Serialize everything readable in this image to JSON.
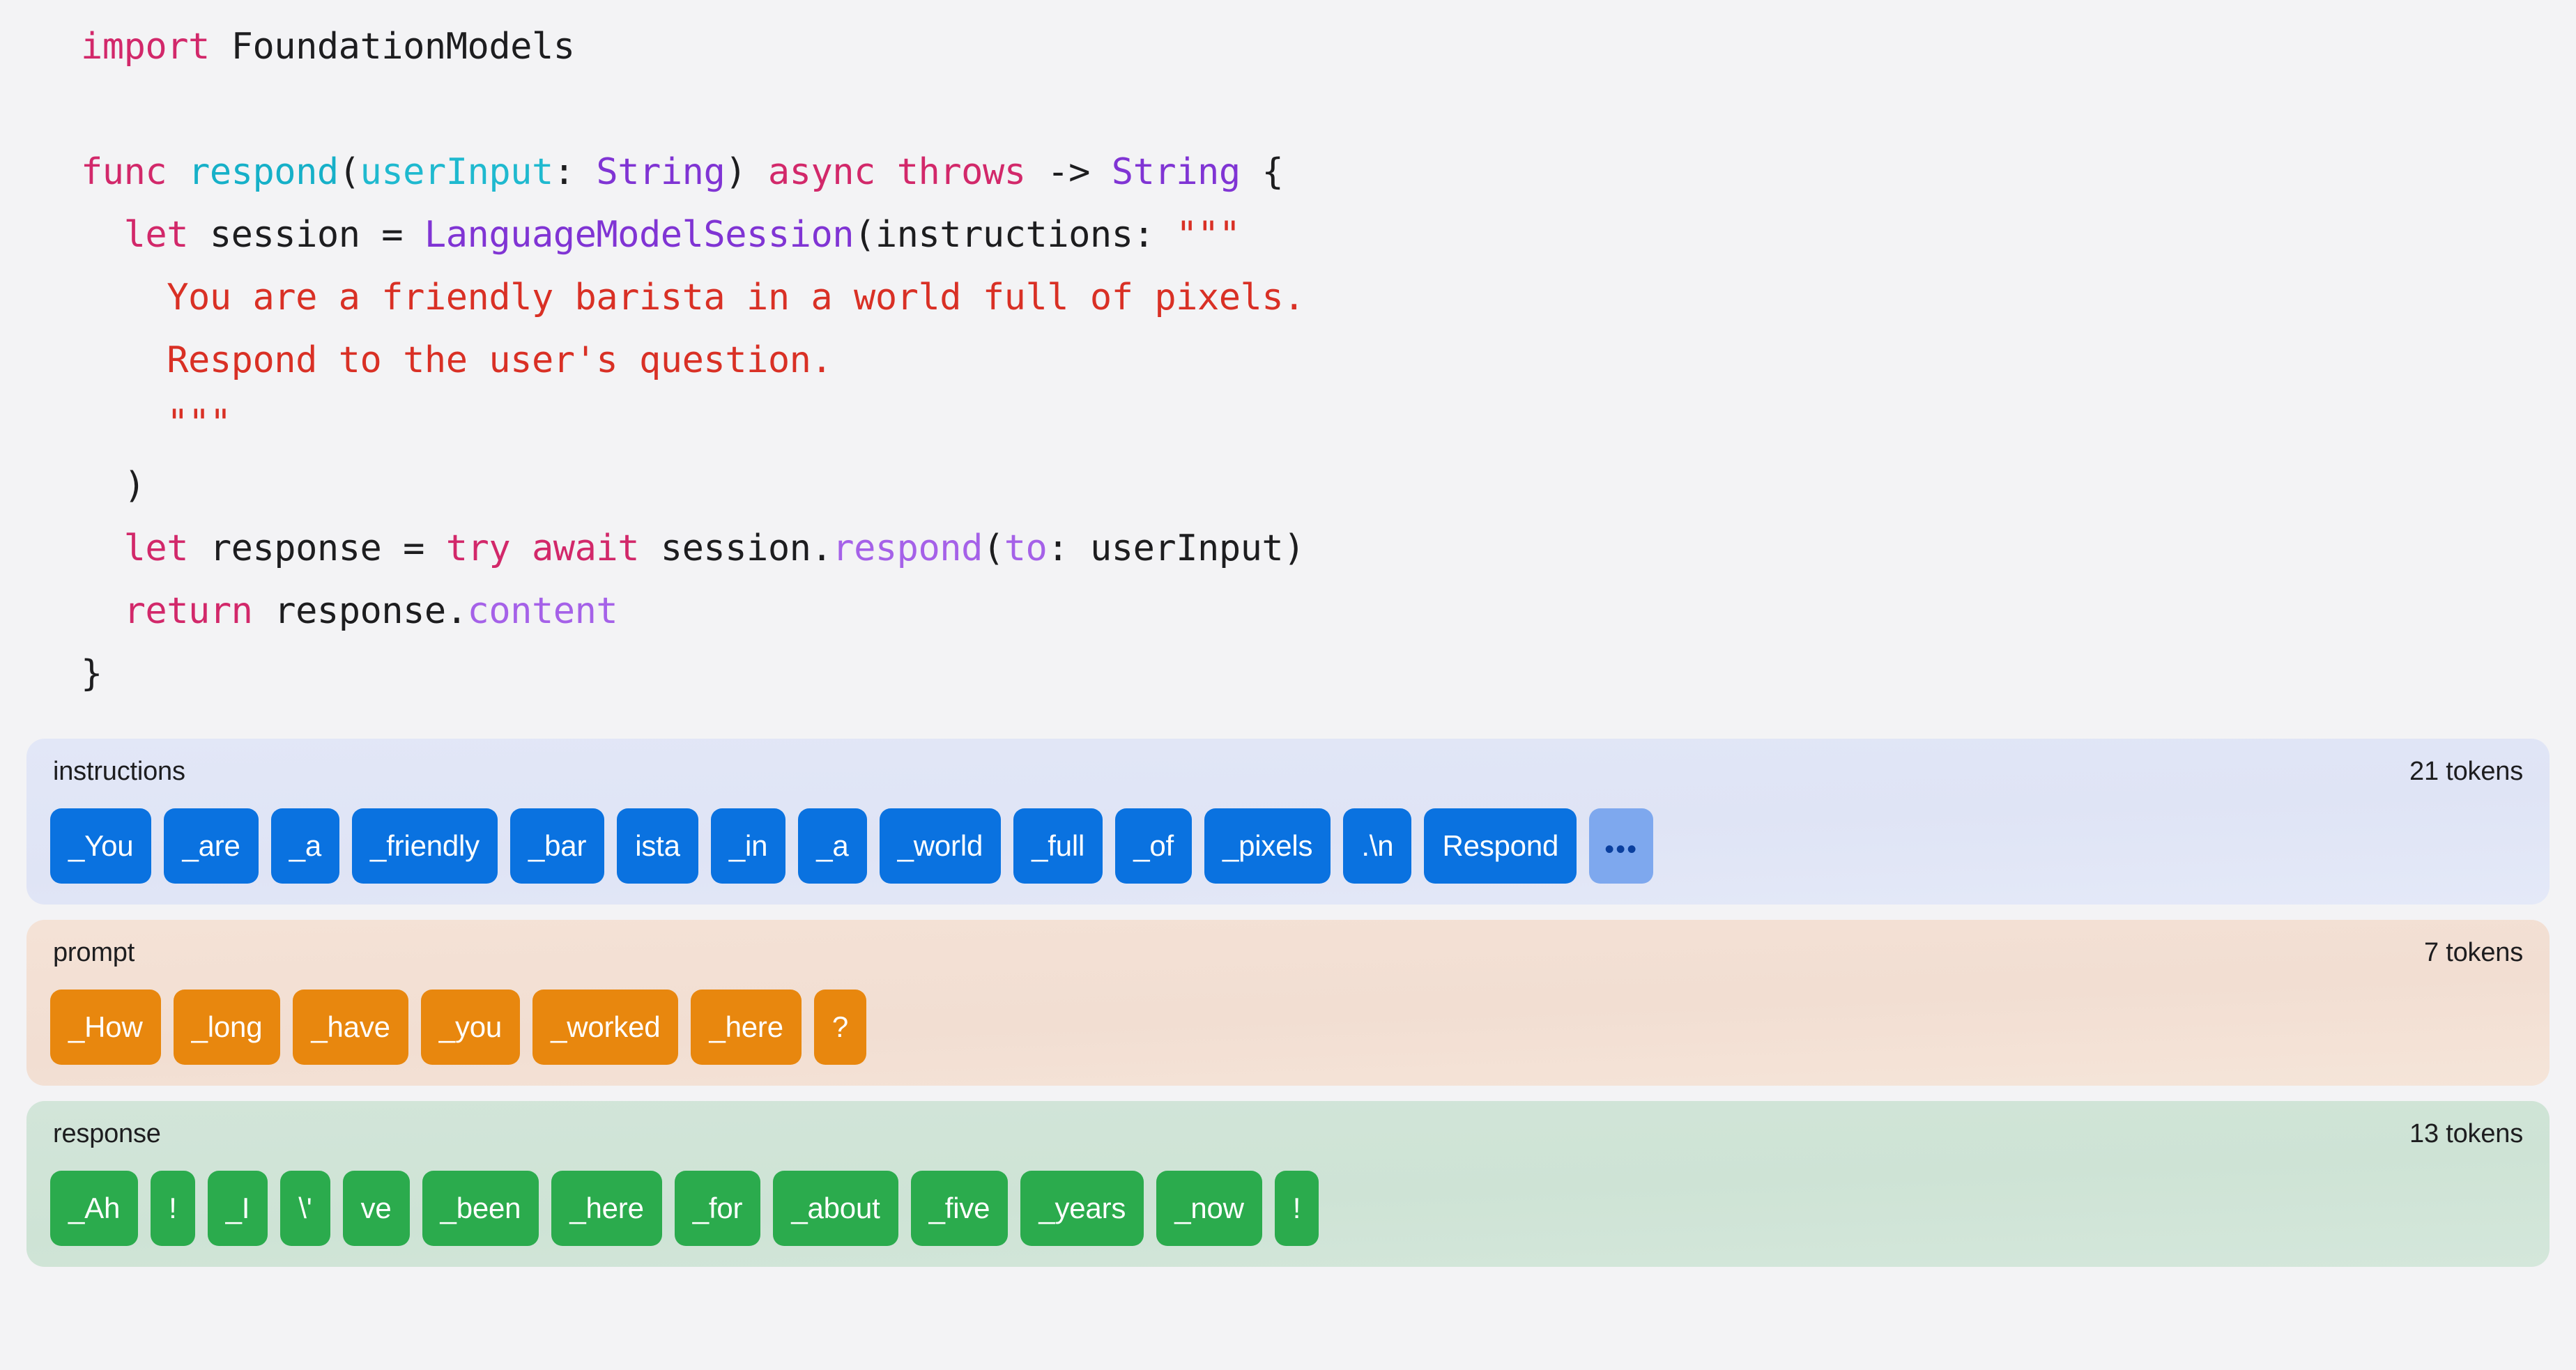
{
  "code": {
    "language": "swift",
    "lines": [
      [
        {
          "t": "import",
          "c": "tk-key"
        },
        {
          "t": " FoundationModels",
          "c": "tk-plain"
        }
      ],
      [],
      [
        {
          "t": "func",
          "c": "tk-key"
        },
        {
          "t": " ",
          "c": "tk-plain"
        },
        {
          "t": "respond",
          "c": "tk-fn"
        },
        {
          "t": "(",
          "c": "tk-plain"
        },
        {
          "t": "userInput",
          "c": "tk-param"
        },
        {
          "t": ": ",
          "c": "tk-plain"
        },
        {
          "t": "String",
          "c": "tk-type"
        },
        {
          "t": ") ",
          "c": "tk-plain"
        },
        {
          "t": "async throws",
          "c": "tk-key"
        },
        {
          "t": " -> ",
          "c": "tk-plain"
        },
        {
          "t": "String",
          "c": "tk-type"
        },
        {
          "t": " {",
          "c": "tk-plain"
        }
      ],
      [
        {
          "t": "  ",
          "c": "tk-plain"
        },
        {
          "t": "let",
          "c": "tk-key"
        },
        {
          "t": " session = ",
          "c": "tk-plain"
        },
        {
          "t": "LanguageModelSession",
          "c": "tk-typedecl"
        },
        {
          "t": "(instructions: ",
          "c": "tk-plain"
        },
        {
          "t": "\"\"\"",
          "c": "tk-str"
        }
      ],
      [
        {
          "t": "    You are a friendly barista in a world full of pixels.",
          "c": "tk-str"
        }
      ],
      [
        {
          "t": "    Respond to the user's question.",
          "c": "tk-str"
        }
      ],
      [
        {
          "t": "    \"\"\"",
          "c": "tk-str"
        }
      ],
      [
        {
          "t": "  )",
          "c": "tk-plain"
        }
      ],
      [
        {
          "t": "  ",
          "c": "tk-plain"
        },
        {
          "t": "let",
          "c": "tk-key"
        },
        {
          "t": " response = ",
          "c": "tk-plain"
        },
        {
          "t": "try await",
          "c": "tk-key"
        },
        {
          "t": " session.",
          "c": "tk-plain"
        },
        {
          "t": "respond",
          "c": "tk-method"
        },
        {
          "t": "(",
          "c": "tk-plain"
        },
        {
          "t": "to",
          "c": "tk-method"
        },
        {
          "t": ": userInput)",
          "c": "tk-plain"
        }
      ],
      [
        {
          "t": "  ",
          "c": "tk-plain"
        },
        {
          "t": "return",
          "c": "tk-key"
        },
        {
          "t": " response.",
          "c": "tk-plain"
        },
        {
          "t": "content",
          "c": "tk-method"
        }
      ],
      [
        {
          "t": "}",
          "c": "tk-plain"
        }
      ]
    ]
  },
  "panels": [
    {
      "id": "instructions",
      "label": "instructions",
      "count": "21 tokens",
      "chip_class": "chip-blue",
      "chip_color": "#0a72e0",
      "background": "#dfe4f5",
      "tokens": [
        "_You",
        "_are",
        "_a",
        "_friendly",
        "_bar",
        "ista",
        "_in",
        "_a",
        "_world",
        "_full",
        "_of",
        "_pixels",
        ".\\n",
        "Respond"
      ],
      "overflow": "•••",
      "overflow_color": "#7ea8ee"
    },
    {
      "id": "prompt",
      "label": "prompt",
      "count": "7 tokens",
      "chip_class": "chip-orange",
      "chip_color": "#e8870e",
      "background": "#f2ded2",
      "tokens": [
        "_How",
        "_long",
        "_have",
        "_you",
        "_worked",
        "_here",
        "?"
      ],
      "overflow": null
    },
    {
      "id": "response",
      "label": "response",
      "count": "13 tokens",
      "chip_class": "chip-green",
      "chip_color": "#2bab4d",
      "background": "#cee3d5",
      "tokens": [
        "_Ah",
        "!",
        "_I",
        "\\'",
        "ve",
        "_been",
        "_here",
        "_for",
        "_about",
        "_five",
        "_years",
        "_now",
        "!"
      ],
      "overflow": null
    }
  ],
  "theme": {
    "page_background": "#f3f3f5",
    "keyword": "#d2286a",
    "function": "#16b0c8",
    "type": "#8034d4",
    "method": "#a561e8",
    "string": "#d93025",
    "plain": "#1d1d1f"
  }
}
